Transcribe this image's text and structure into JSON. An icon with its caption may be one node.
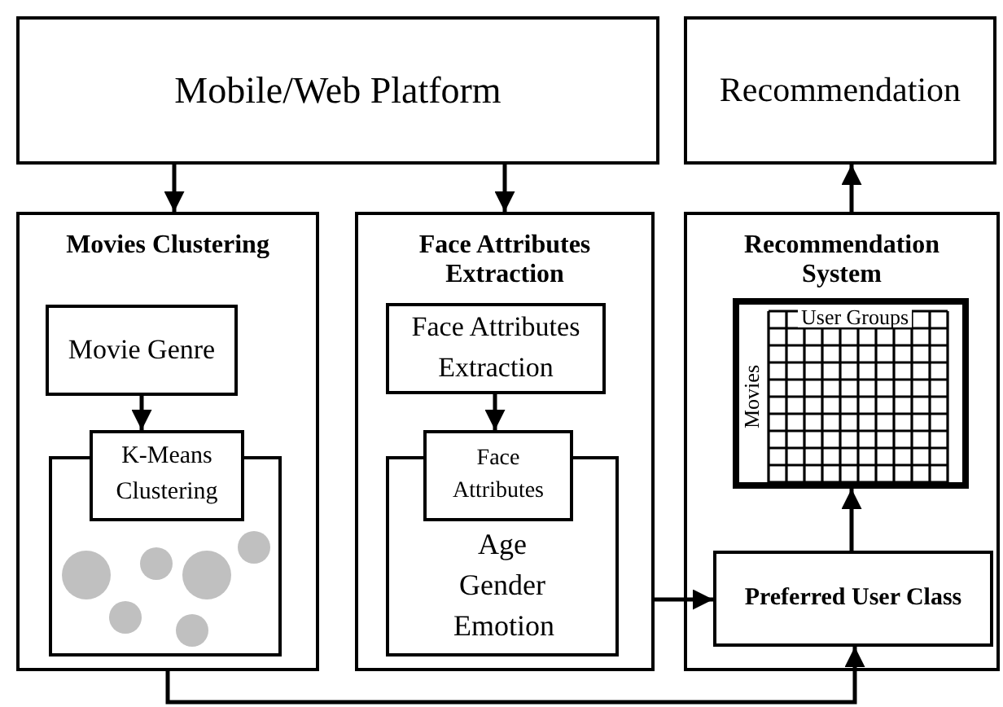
{
  "diagram": {
    "nodes": [
      {
        "text": [
          "Mobile/Web Platform"
        ]
      },
      {
        "text": [
          "Recommendation"
        ]
      },
      {
        "text": [
          "Movies Clustering"
        ]
      },
      {
        "text": [
          "Movie Genre"
        ],
        "in": 2
      },
      {
        "text": [
          "K-Means Clustering"
        ],
        "in": 2
      },
      {
        "text": [],
        "shape": "box",
        "in": 2
      },
      {
        "text": [
          "Face Attributes Extraction"
        ]
      },
      {
        "text": [
          "Face Attributes Extraction"
        ],
        "in": 6
      },
      {
        "text": [
          "Face Attributes"
        ],
        "in": 6
      },
      {
        "text": [
          "Age Gender Emotion"
        ],
        "in": 6
      },
      {
        "text": [
          "Recommendation System"
        ]
      },
      {
        "text": [
          "User Groups",
          "Movies"
        ],
        "in": 10
      },
      {
        "text": [
          "Preferred User Class"
        ],
        "in": 10
      }
    ],
    "edges": [
      {
        "from": 0,
        "to": 2,
        "arrow": "to"
      },
      {
        "from": 0,
        "to": 6,
        "arrow": "to"
      },
      {
        "from": 3,
        "to": 4,
        "arrow": "to"
      },
      {
        "from": 7,
        "to": 8,
        "arrow": "to"
      },
      {
        "from": 6,
        "to": 12,
        "arrow": "to"
      },
      {
        "from": 12,
        "to": 11,
        "arrow": "to"
      },
      {
        "from": 10,
        "to": 1,
        "arrow": "to"
      },
      {
        "from": 2,
        "to": 12,
        "arrow": "to"
      }
    ]
  }
}
